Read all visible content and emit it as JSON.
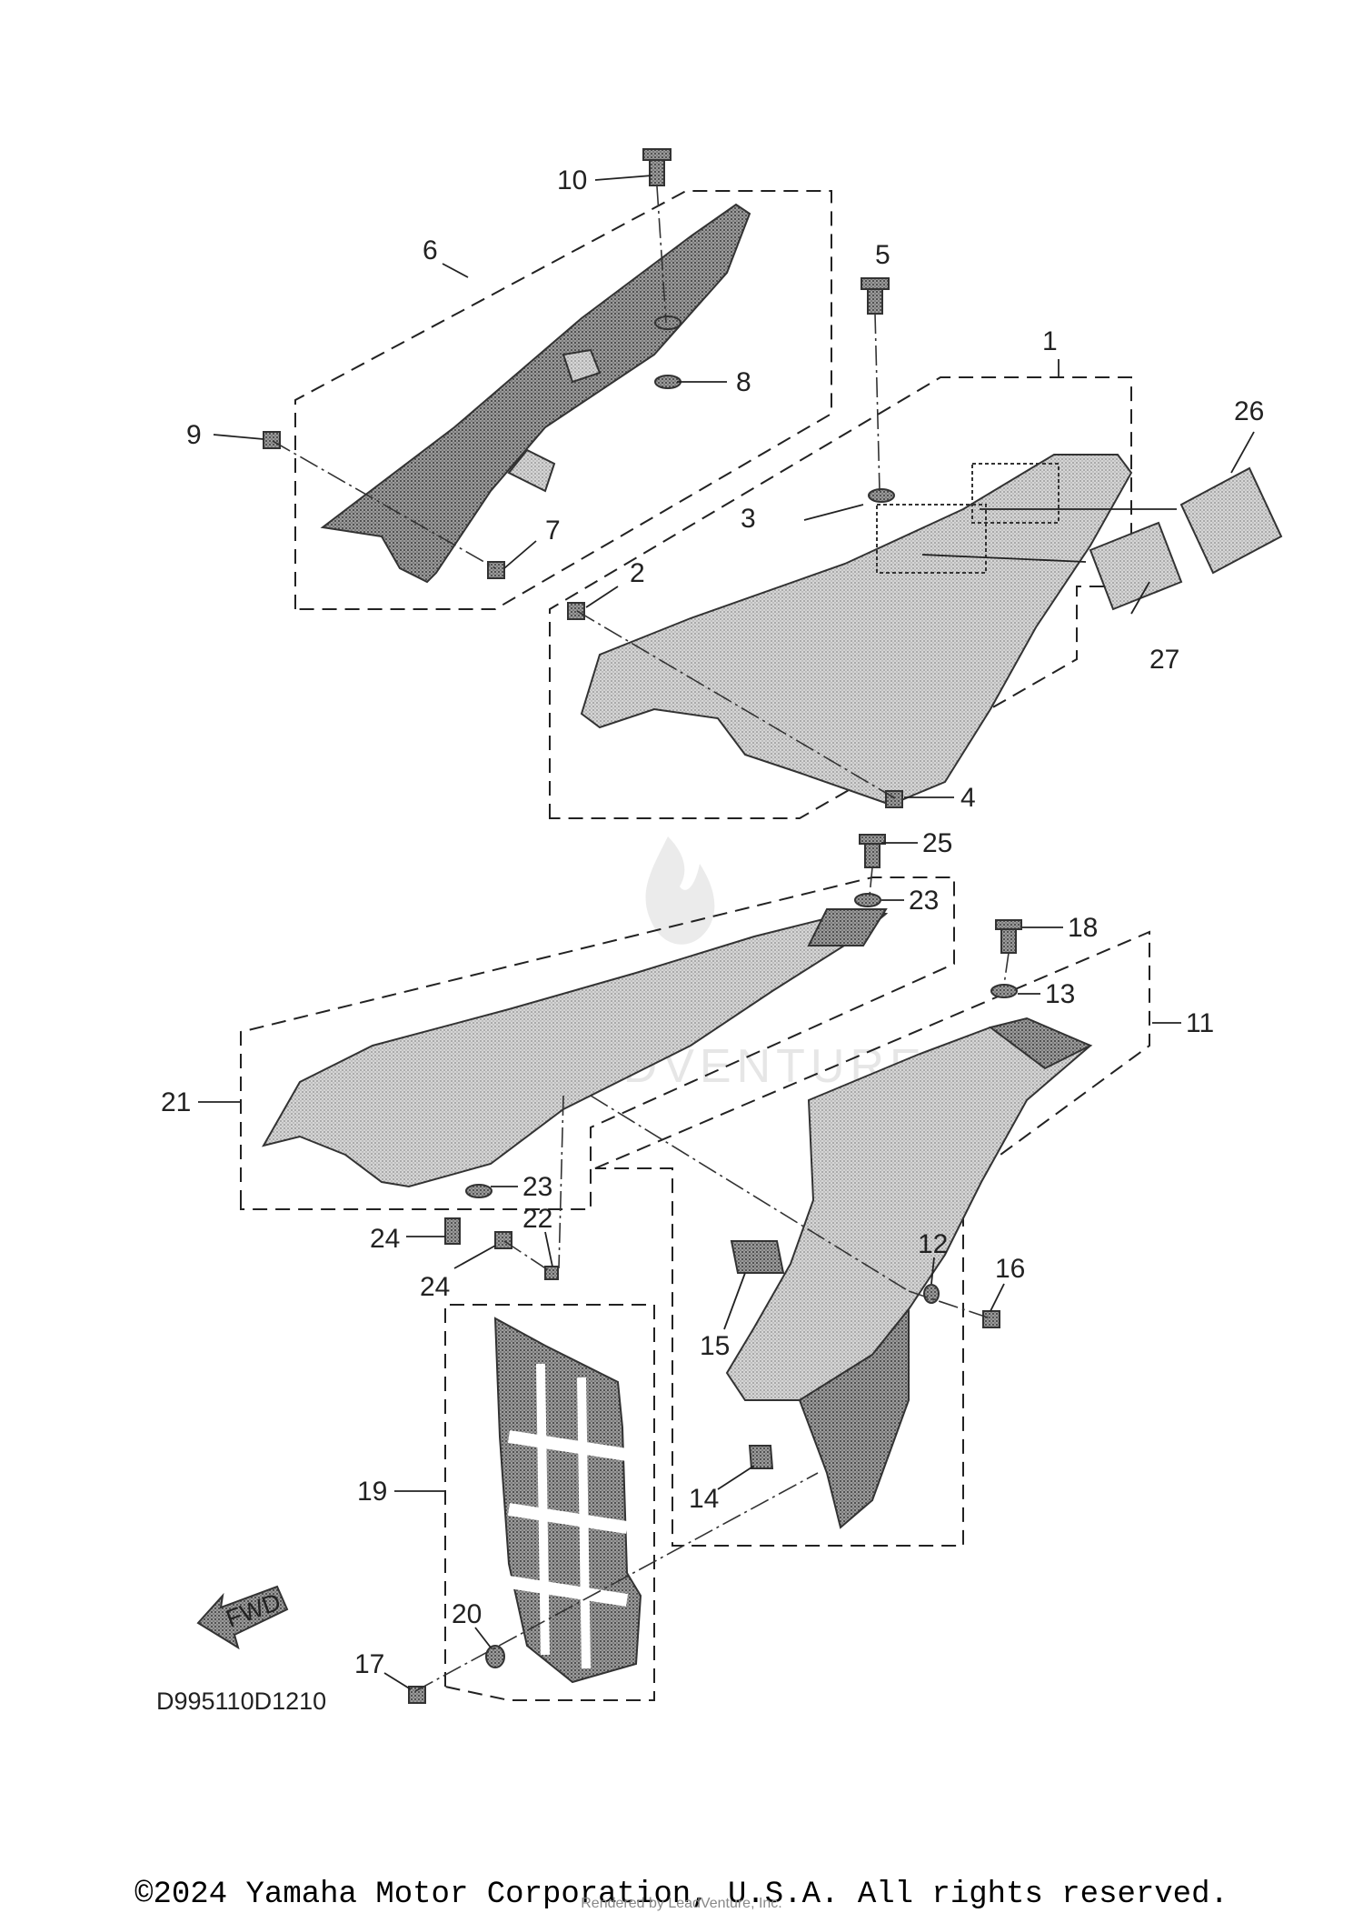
{
  "diagram_code": "D995110D1210",
  "fwd_label": "FWD",
  "copyright": "©2024 Yamaha Motor Corporation, U.S.A. All rights reserved.",
  "rendered_by": "Rendered by LeadVenture, Inc.",
  "watermark": "ADVENTURE",
  "callouts": {
    "c1": "1",
    "c2": "2",
    "c3": "3",
    "c4": "4",
    "c5": "5",
    "c6": "6",
    "c7": "7",
    "c8": "8",
    "c9": "9",
    "c10": "10",
    "c11": "11",
    "c12": "12",
    "c13": "13",
    "c14": "14",
    "c15": "15",
    "c16": "16",
    "c17": "17",
    "c18": "18",
    "c19": "19",
    "c20": "20",
    "c21": "21",
    "c22": "22",
    "c23a": "23",
    "c23b": "23",
    "c24a": "24",
    "c24b": "24",
    "c25": "25",
    "c26": "26",
    "c27": "27"
  }
}
